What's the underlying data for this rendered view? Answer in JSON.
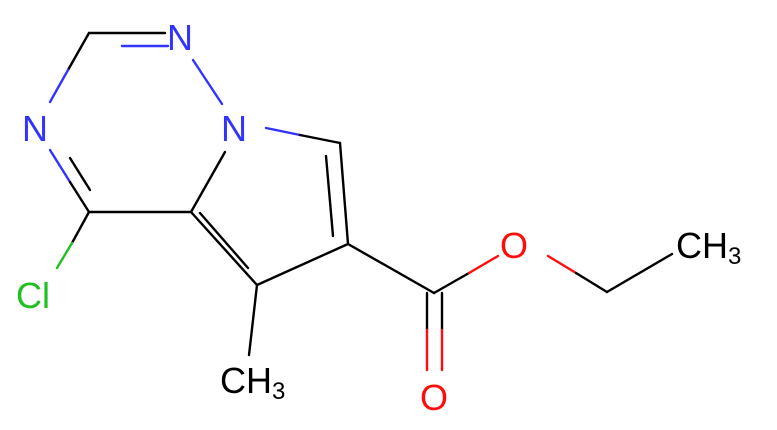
{
  "atoms": {
    "n1": "N",
    "n2": "N",
    "n3": "N",
    "cl": "Cl",
    "o_ether": "O",
    "o_carbonyl": "O",
    "ch3_ethyl_main": "CH",
    "ch3_ethyl_sub": "3",
    "ch3_methyl_main": "CH",
    "ch3_methyl_sub": "3"
  },
  "colors": {
    "carbon": "#000000",
    "nitrogen": "#3333ff",
    "oxygen": "#ff0d0d",
    "chlorine": "#1fc01f"
  }
}
